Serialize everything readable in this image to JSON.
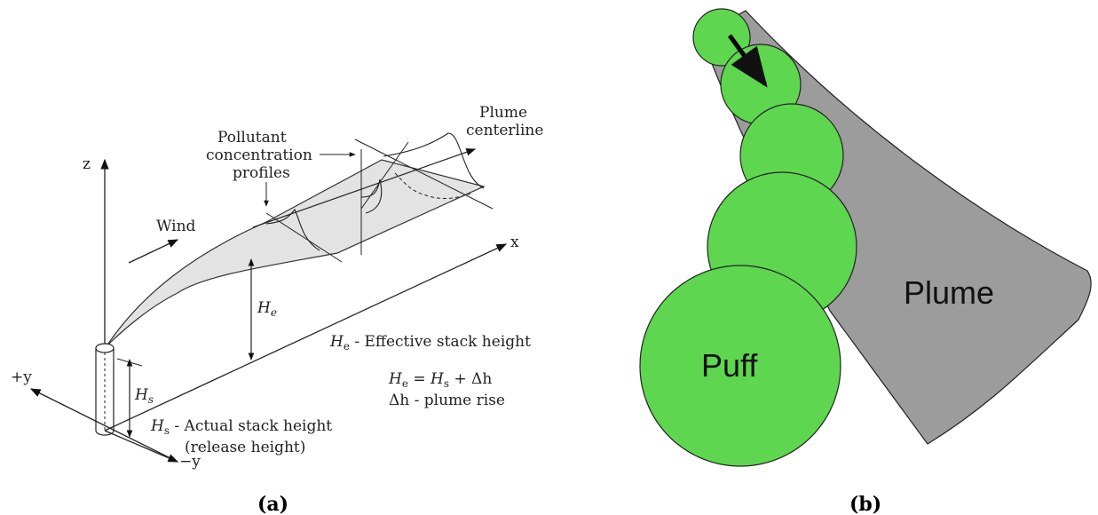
{
  "panel_a": {
    "caption": "(a)",
    "labels": {
      "z": "z",
      "x": "x",
      "plus_y": "+y",
      "minus_y": "−y",
      "wind": "Wind",
      "pollutant_line1": "Pollutant",
      "pollutant_line2": "concentration",
      "pollutant_line3": "profiles",
      "plume_line1": "Plume",
      "plume_line2": "centerline",
      "he_symbol": "H",
      "he_sub": "e",
      "hs_symbol": "H",
      "hs_sub": "s",
      "he_def_sym": "H",
      "he_def_sub": "e",
      "he_def_text": " - Effective stack height",
      "eq_lhs": "H",
      "eq_lhs_sub": "e",
      "eq_mid": " = ",
      "eq_hs": "H",
      "eq_hs_sub": "s",
      "eq_rhs": " + Δh",
      "dh_text": "Δh - plume rise",
      "hs_def_sym": "H",
      "hs_def_sub": "s",
      "hs_def_text": " - Actual stack height",
      "release_text": "(release height)"
    }
  },
  "panel_b": {
    "caption": "(b)",
    "plume_label": "Plume",
    "puff_label": "Puff",
    "colors": {
      "puff": "#5ed64f",
      "plume": "#9c9c9c",
      "outline": "#222222"
    }
  }
}
